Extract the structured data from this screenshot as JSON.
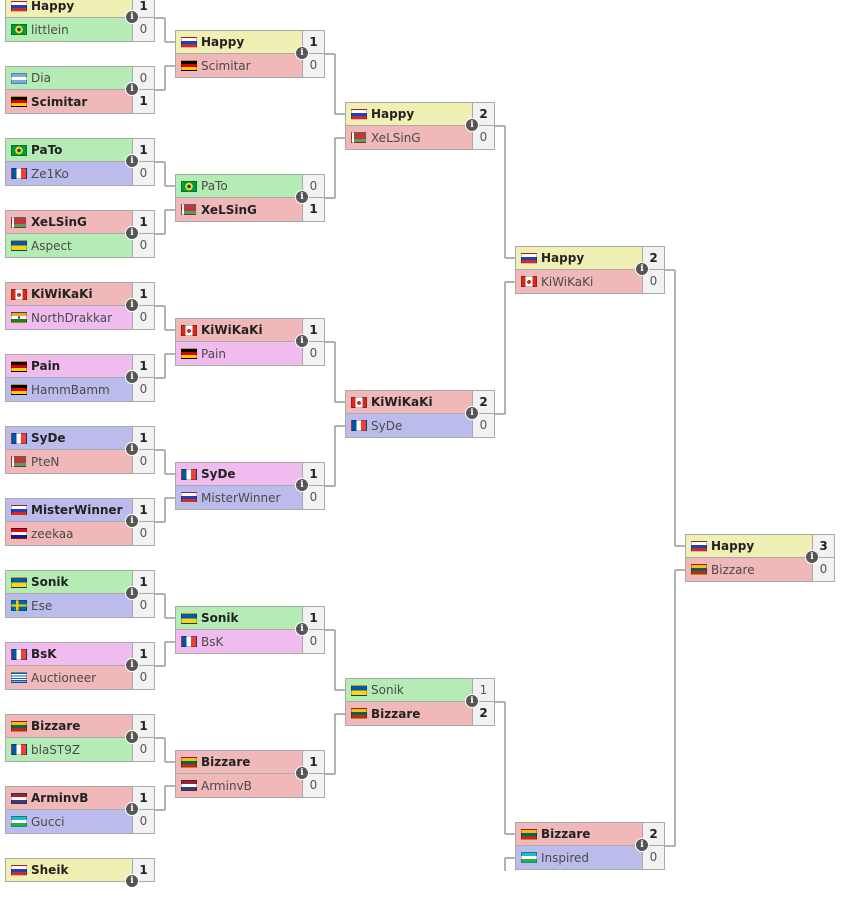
{
  "colors": {
    "yellow": "#f0f0b4",
    "green": "#b5ecb5",
    "red": "#f0b8b8",
    "blue": "#bcbcec",
    "pink": "#f0bcf0",
    "connector": "#999999"
  },
  "info_glyph": "i",
  "rounds": [
    {
      "name": "round-1",
      "matches": [
        {
          "top": {
            "name": "Happy",
            "score": "1",
            "flag": "ru",
            "color": "yellow",
            "win": true
          },
          "bottom": {
            "name": "littlein",
            "score": "0",
            "flag": "br",
            "color": "green",
            "win": false
          }
        },
        {
          "top": {
            "name": "Dia",
            "score": "0",
            "flag": "ar",
            "color": "green",
            "win": false
          },
          "bottom": {
            "name": "Scimitar",
            "score": "1",
            "flag": "de",
            "color": "red",
            "win": true
          }
        },
        {
          "top": {
            "name": "PaTo",
            "score": "1",
            "flag": "br",
            "color": "green",
            "win": true
          },
          "bottom": {
            "name": "Ze1Ko",
            "score": "0",
            "flag": "fr",
            "color": "blue",
            "win": false
          }
        },
        {
          "top": {
            "name": "XeLSinG",
            "score": "1",
            "flag": "by",
            "color": "red",
            "win": true
          },
          "bottom": {
            "name": "Aspect",
            "score": "0",
            "flag": "ua",
            "color": "green",
            "win": false
          }
        },
        {
          "top": {
            "name": "KiWiKaKi",
            "score": "1",
            "flag": "ca",
            "color": "red",
            "win": true
          },
          "bottom": {
            "name": "NorthDrakkar",
            "score": "0",
            "flag": "in",
            "color": "pink",
            "win": false
          }
        },
        {
          "top": {
            "name": "Pain",
            "score": "1",
            "flag": "de",
            "color": "pink",
            "win": true
          },
          "bottom": {
            "name": "HammBamm",
            "score": "0",
            "flag": "de",
            "color": "blue",
            "win": false
          }
        },
        {
          "top": {
            "name": "SyDe",
            "score": "1",
            "flag": "fr",
            "color": "blue",
            "win": true
          },
          "bottom": {
            "name": "PteN",
            "score": "0",
            "flag": "by",
            "color": "red",
            "win": false
          }
        },
        {
          "top": {
            "name": "MisterWinner",
            "score": "1",
            "flag": "ru",
            "color": "blue",
            "win": true
          },
          "bottom": {
            "name": "zeekaa",
            "score": "0",
            "flag": "hr",
            "color": "red",
            "win": false
          }
        },
        {
          "top": {
            "name": "Sonik",
            "score": "1",
            "flag": "ua",
            "color": "green",
            "win": true
          },
          "bottom": {
            "name": "Ese",
            "score": "0",
            "flag": "se",
            "color": "blue",
            "win": false
          }
        },
        {
          "top": {
            "name": "BsK",
            "score": "1",
            "flag": "fr",
            "color": "pink",
            "win": true
          },
          "bottom": {
            "name": "Auctioneer",
            "score": "0",
            "flag": "gr",
            "color": "red",
            "win": false
          }
        },
        {
          "top": {
            "name": "Bizzare",
            "score": "1",
            "flag": "lt",
            "color": "red",
            "win": true
          },
          "bottom": {
            "name": "blaST9Z",
            "score": "0",
            "flag": "fr",
            "color": "green",
            "win": false
          }
        },
        {
          "top": {
            "name": "ArminvB",
            "score": "1",
            "flag": "nl",
            "color": "red",
            "win": true
          },
          "bottom": {
            "name": "Gucci",
            "score": "0",
            "flag": "uz",
            "color": "blue",
            "win": false
          }
        },
        {
          "top": {
            "name": "Sheik",
            "score": "1",
            "flag": "ru",
            "color": "yellow",
            "win": true
          },
          "bottom": null
        }
      ]
    },
    {
      "name": "round-2",
      "matches": [
        {
          "top": {
            "name": "Happy",
            "score": "1",
            "flag": "ru",
            "color": "yellow",
            "win": true
          },
          "bottom": {
            "name": "Scimitar",
            "score": "0",
            "flag": "de",
            "color": "red",
            "win": false
          }
        },
        {
          "top": {
            "name": "PaTo",
            "score": "0",
            "flag": "br",
            "color": "green",
            "win": false
          },
          "bottom": {
            "name": "XeLSinG",
            "score": "1",
            "flag": "by",
            "color": "red",
            "win": true
          }
        },
        {
          "top": {
            "name": "KiWiKaKi",
            "score": "1",
            "flag": "ca",
            "color": "red",
            "win": true
          },
          "bottom": {
            "name": "Pain",
            "score": "0",
            "flag": "de",
            "color": "pink",
            "win": false
          }
        },
        {
          "top": {
            "name": "SyDe",
            "score": "1",
            "flag": "fr",
            "color": "pink",
            "win": true
          },
          "bottom": {
            "name": "MisterWinner",
            "score": "0",
            "flag": "ru",
            "color": "blue",
            "win": false
          }
        },
        {
          "top": {
            "name": "Sonik",
            "score": "1",
            "flag": "ua",
            "color": "green",
            "win": true
          },
          "bottom": {
            "name": "BsK",
            "score": "0",
            "flag": "fr",
            "color": "pink",
            "win": false
          }
        },
        {
          "top": {
            "name": "Bizzare",
            "score": "1",
            "flag": "lt",
            "color": "red",
            "win": true
          },
          "bottom": {
            "name": "ArminvB",
            "score": "0",
            "flag": "nl",
            "color": "red",
            "win": false
          }
        }
      ]
    },
    {
      "name": "round-3",
      "matches": [
        {
          "top": {
            "name": "Happy",
            "score": "2",
            "flag": "ru",
            "color": "yellow",
            "win": true
          },
          "bottom": {
            "name": "XeLSinG",
            "score": "0",
            "flag": "by",
            "color": "red",
            "win": false
          }
        },
        {
          "top": {
            "name": "KiWiKaKi",
            "score": "2",
            "flag": "ca",
            "color": "red",
            "win": true
          },
          "bottom": {
            "name": "SyDe",
            "score": "0",
            "flag": "fr",
            "color": "blue",
            "win": false
          }
        },
        {
          "top": {
            "name": "Sonik",
            "score": "1",
            "flag": "ua",
            "color": "green",
            "win": false
          },
          "bottom": {
            "name": "Bizzare",
            "score": "2",
            "flag": "lt",
            "color": "red",
            "win": true
          }
        }
      ]
    },
    {
      "name": "round-4",
      "matches": [
        {
          "top": {
            "name": "Happy",
            "score": "2",
            "flag": "ru",
            "color": "yellow",
            "win": true
          },
          "bottom": {
            "name": "KiWiKaKi",
            "score": "0",
            "flag": "ca",
            "color": "red",
            "win": false
          }
        },
        {
          "top": {
            "name": "Bizzare",
            "score": "2",
            "flag": "lt",
            "color": "red",
            "win": true
          },
          "bottom": {
            "name": "Inspired",
            "score": "0",
            "flag": "uz",
            "color": "blue",
            "win": false
          }
        }
      ]
    },
    {
      "name": "round-5",
      "matches": [
        {
          "top": {
            "name": "Happy",
            "score": "3",
            "flag": "ru",
            "color": "yellow",
            "win": true
          },
          "bottom": {
            "name": "Bizzare",
            "score": "0",
            "flag": "lt",
            "color": "red",
            "win": false
          }
        }
      ]
    }
  ]
}
